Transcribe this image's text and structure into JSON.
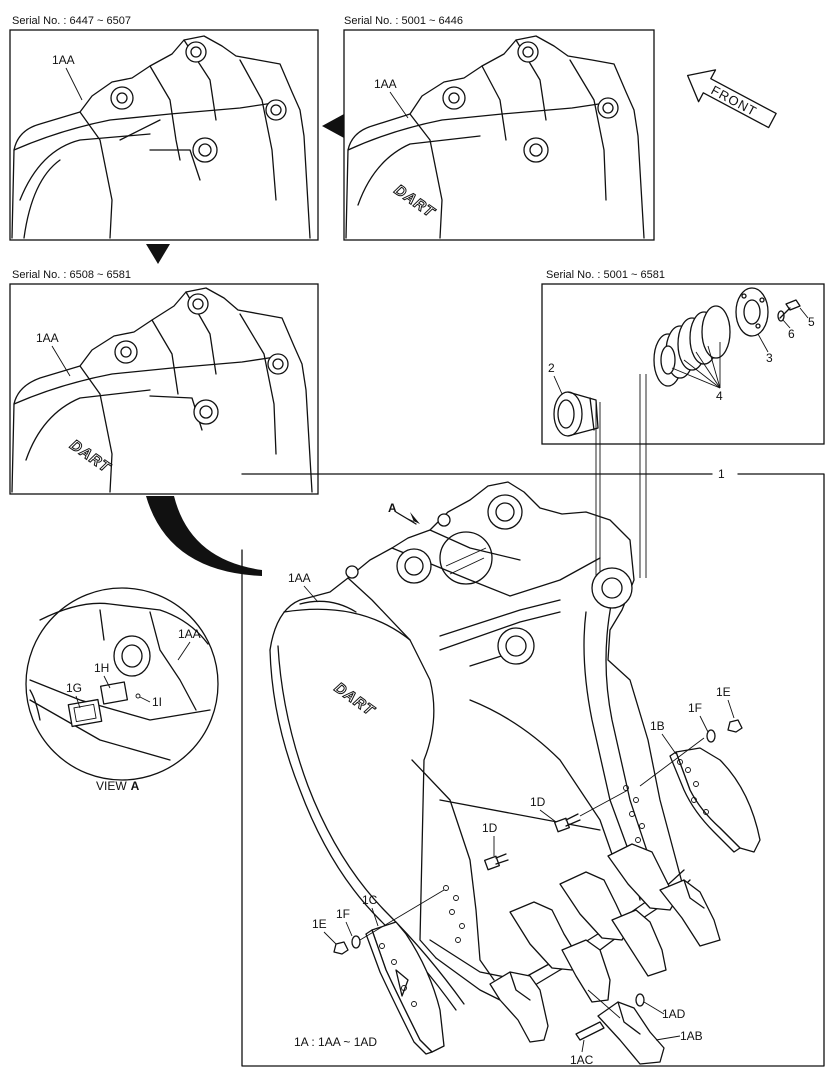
{
  "panels": {
    "top_left": {
      "serial": "Serial No. : 6447 ~ 6507",
      "part_label": "1AA"
    },
    "top_right": {
      "serial": "Serial No. : 5001 ~ 6446",
      "part_label": "1AA"
    },
    "middle_left": {
      "serial": "Serial No. : 6508 ~ 6581",
      "part_label": "1AA"
    },
    "detail": {
      "serial": "Serial No. : 5001 ~ 6581"
    }
  },
  "front_arrow": {
    "label": "FRONT"
  },
  "logo_text": "DART",
  "main": {
    "assembly_label": "1",
    "view_marker": "A",
    "view_caption": "VIEW",
    "view_caption_letter": "A",
    "formula": "1A : 1AA ~ 1AD"
  },
  "callouts": {
    "c2": "2",
    "c3": "3",
    "c4": "4",
    "c5": "5",
    "c6": "6",
    "c1AA_main": "1AA",
    "c1AA_view": "1AA",
    "c1G": "1G",
    "c1H": "1H",
    "c1I": "1I",
    "c1B": "1B",
    "c1E_right": "1E",
    "c1F_right": "1F",
    "c1D_upper": "1D",
    "c1D_lower": "1D",
    "c1C": "1C",
    "c1E_left": "1E",
    "c1F_left": "1F",
    "c1AD": "1AD",
    "c1AB": "1AB",
    "c1AC": "1AC"
  }
}
